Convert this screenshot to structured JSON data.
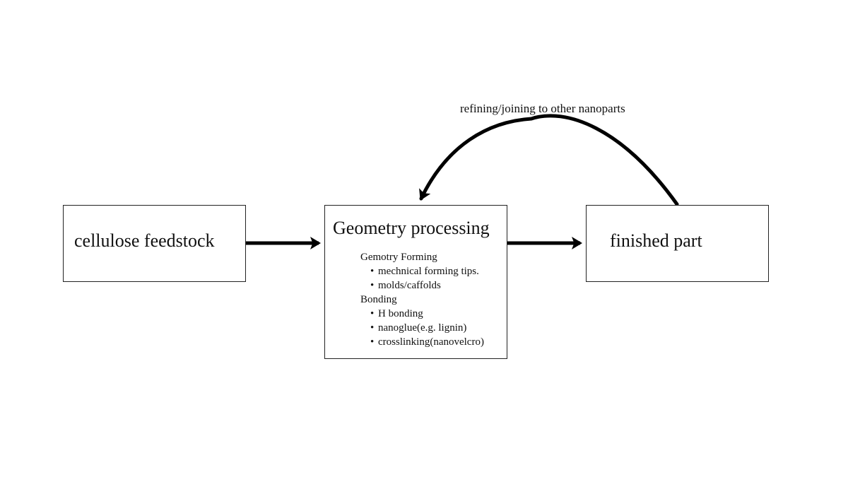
{
  "diagram": {
    "nodes": {
      "feedstock": {
        "label": "cellulose feedstock"
      },
      "processing": {
        "title": "Geometry processing",
        "sections": [
          {
            "heading": "Gemotry Forming",
            "items": [
              "mechnical forming tips.",
              "molds/caffolds"
            ]
          },
          {
            "heading": "Bonding",
            "items": [
              "H bonding",
              "nanoglue(e.g. lignin)",
              "crosslinking(nanovelcro)"
            ]
          }
        ]
      },
      "finished": {
        "label": "finished part"
      }
    },
    "edges": [
      {
        "from": "feedstock",
        "to": "processing",
        "label": ""
      },
      {
        "from": "processing",
        "to": "finished",
        "label": ""
      },
      {
        "from": "finished",
        "to": "processing",
        "label": "refining/joining to other nanoparts"
      }
    ],
    "colors": {
      "stroke": "#000000",
      "box_border": "#222222",
      "text": "#111111",
      "background": "#ffffff"
    }
  }
}
